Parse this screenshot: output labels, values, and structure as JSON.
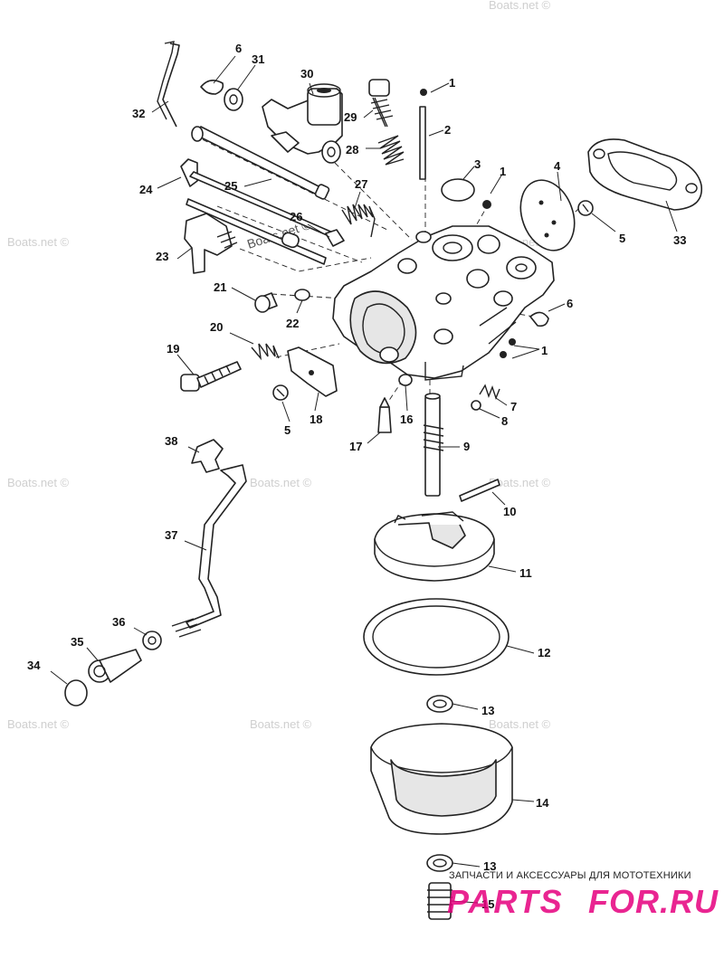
{
  "watermark": {
    "text": "Boats.net ©",
    "center_text": "Boats.net ©"
  },
  "footer": {
    "caption": "ЗАПЧАСТИ И АКСЕССУАРЫ ДЛЯ МОТОТЕХНИКИ",
    "logo_left": "PARTS",
    "logo_right": "FOR.RU",
    "logo_color": "#e6007e"
  },
  "callouts": [
    {
      "id": "1a",
      "label": "1"
    },
    {
      "id": "2",
      "label": "2"
    },
    {
      "id": "3",
      "label": "3"
    },
    {
      "id": "1b",
      "label": "1"
    },
    {
      "id": "4",
      "label": "4"
    },
    {
      "id": "5a",
      "label": "5"
    },
    {
      "id": "33",
      "label": "33"
    },
    {
      "id": "6a",
      "label": "6"
    },
    {
      "id": "31",
      "label": "31"
    },
    {
      "id": "30",
      "label": "30"
    },
    {
      "id": "32",
      "label": "32"
    },
    {
      "id": "29",
      "label": "29"
    },
    {
      "id": "28",
      "label": "28"
    },
    {
      "id": "24",
      "label": "24"
    },
    {
      "id": "25",
      "label": "25"
    },
    {
      "id": "27",
      "label": "27"
    },
    {
      "id": "26",
      "label": "26"
    },
    {
      "id": "23",
      "label": "23"
    },
    {
      "id": "21",
      "label": "21"
    },
    {
      "id": "22",
      "label": "22"
    },
    {
      "id": "6b",
      "label": "6"
    },
    {
      "id": "1c",
      "label": "1"
    },
    {
      "id": "20",
      "label": "20"
    },
    {
      "id": "19",
      "label": "19"
    },
    {
      "id": "7",
      "label": "7"
    },
    {
      "id": "8",
      "label": "8"
    },
    {
      "id": "5b",
      "label": "5"
    },
    {
      "id": "18",
      "label": "18"
    },
    {
      "id": "16",
      "label": "16"
    },
    {
      "id": "17",
      "label": "17"
    },
    {
      "id": "9",
      "label": "9"
    },
    {
      "id": "38",
      "label": "38"
    },
    {
      "id": "10",
      "label": "10"
    },
    {
      "id": "37",
      "label": "37"
    },
    {
      "id": "11",
      "label": "11"
    },
    {
      "id": "36",
      "label": "36"
    },
    {
      "id": "35",
      "label": "35"
    },
    {
      "id": "12",
      "label": "12"
    },
    {
      "id": "34",
      "label": "34"
    },
    {
      "id": "13a",
      "label": "13"
    },
    {
      "id": "14",
      "label": "14"
    },
    {
      "id": "13b",
      "label": "13"
    },
    {
      "id": "15",
      "label": "15"
    }
  ]
}
